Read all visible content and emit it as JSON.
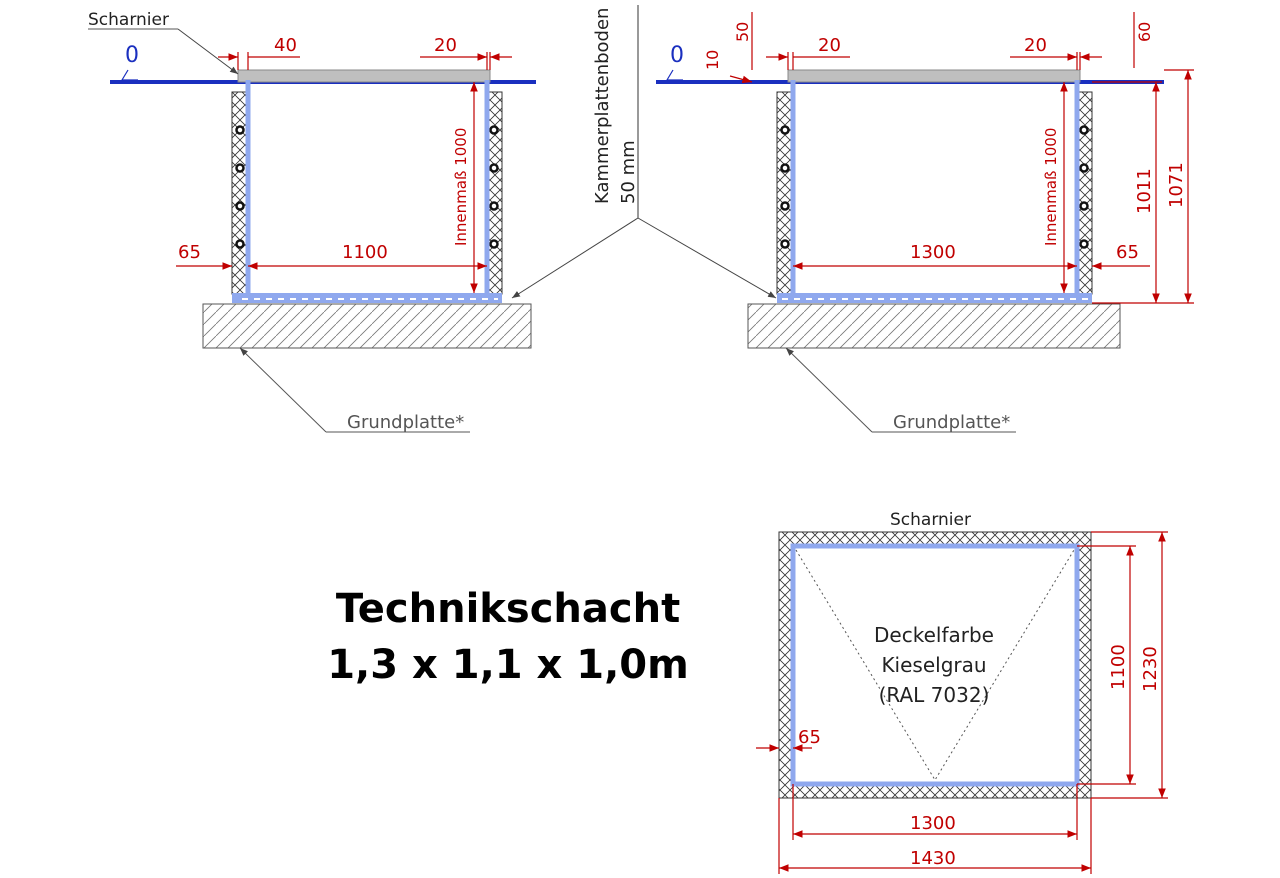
{
  "left_view": {
    "hinge_label": "Scharnier",
    "zero_label": "0",
    "dim_top_left": "40",
    "dim_top_right": "20",
    "dim_inner_height": "Innenmaß 1000",
    "dim_wall": "65",
    "dim_width": "1100",
    "base_label": "Grundplatte*"
  },
  "center_note": {
    "line1": "Kammerplattenboden",
    "line2": "50 mm"
  },
  "right_view": {
    "zero_label": "0",
    "dim_10": "10",
    "dim_50": "50",
    "dim_top_left": "20",
    "dim_top_right": "20",
    "dim_60": "60",
    "dim_inner_height": "Innenmaß 1000",
    "dim_1011": "1011",
    "dim_1071": "1071",
    "dim_wall": "65",
    "dim_width": "1300",
    "base_label": "Grundplatte*"
  },
  "title": {
    "line1": "Technikschacht",
    "line2": "1,3 x 1,1 x 1,0m"
  },
  "plan_view": {
    "hinge_label": "Scharnier",
    "lid_line1": "Deckelfarbe",
    "lid_line2": "Kieselgrau",
    "lid_line3": "(RAL 7032)",
    "dim_wall": "65",
    "dim_inner_height": "1100",
    "dim_outer_height": "1230",
    "dim_inner_width": "1300",
    "dim_outer_width": "1430"
  },
  "colors": {
    "dimension": "#c00000",
    "wall": "#8fa8ee",
    "ground_line": "#1a2fbf"
  }
}
